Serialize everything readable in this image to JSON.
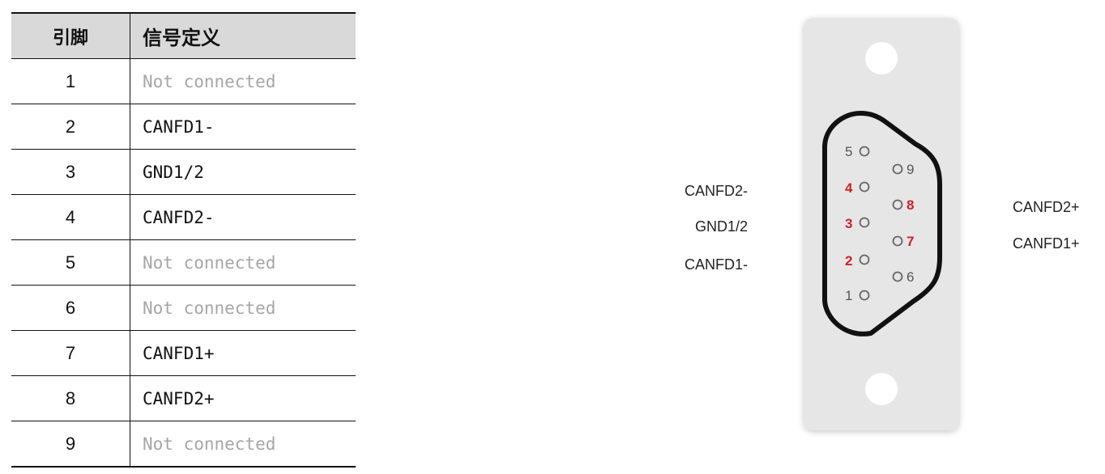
{
  "table": {
    "headers": {
      "pin": "引脚",
      "signal": "信号定义"
    },
    "rows": [
      {
        "pin": "1",
        "signal": "Not connected",
        "connected": false
      },
      {
        "pin": "2",
        "signal": "CANFD1-",
        "connected": true
      },
      {
        "pin": "3",
        "signal": "GND1/2",
        "connected": true
      },
      {
        "pin": "4",
        "signal": "CANFD2-",
        "connected": true
      },
      {
        "pin": "5",
        "signal": "Not connected",
        "connected": false
      },
      {
        "pin": "6",
        "signal": "Not connected",
        "connected": false
      },
      {
        "pin": "7",
        "signal": "CANFD1+",
        "connected": true
      },
      {
        "pin": "8",
        "signal": "CANFD2+",
        "connected": true
      },
      {
        "pin": "9",
        "signal": "Not connected",
        "connected": false
      }
    ]
  },
  "connector": {
    "pins": {
      "p1": "1",
      "p2": "2",
      "p3": "3",
      "p4": "4",
      "p5": "5",
      "p6": "6",
      "p7": "7",
      "p8": "8",
      "p9": "9"
    },
    "labels": {
      "pin4": "CANFD2-",
      "pin3": "GND1/2",
      "pin2": "CANFD1-",
      "pin8": "CANFD2+",
      "pin7": "CANFD1+"
    },
    "colors": {
      "highlight_pin_number": "#d0202a",
      "plate": "#e6e6e6",
      "shell_outline": "#111111",
      "not_connected_text": "#a6a6a6"
    }
  }
}
